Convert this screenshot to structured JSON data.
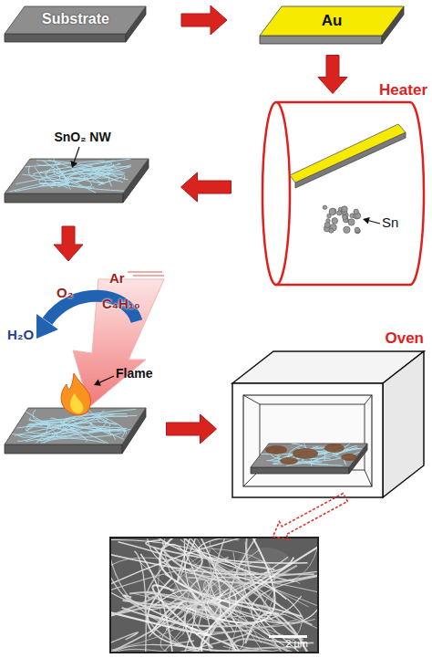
{
  "diagram": {
    "nodes": [
      {
        "text": [
          "Substrate"
        ]
      },
      {
        "text": [
          "Au"
        ]
      },
      {
        "text": [
          "Heater",
          "Sn"
        ]
      },
      {
        "text": [
          "SnO₂ NW"
        ]
      },
      {
        "text": [
          "Flame"
        ]
      },
      {
        "text": [
          "Oven"
        ]
      },
      {
        "text": [
          "2 μm"
        ]
      }
    ],
    "edges": [
      {
        "from": 0,
        "to": 1,
        "arrow": "to"
      },
      {
        "from": 1,
        "to": 2,
        "arrow": "to"
      },
      {
        "from": 2,
        "to": 3,
        "arrow": "to"
      },
      {
        "from": 3,
        "to": 4,
        "arrow": "to"
      },
      {
        "from": 4,
        "to": 5,
        "arrow": "to"
      },
      {
        "from": 5,
        "to": 6,
        "arrow": "to"
      }
    ],
    "labels": [
      "O₂",
      "Ar",
      "C₄H₁₀",
      "H₂O"
    ]
  }
}
